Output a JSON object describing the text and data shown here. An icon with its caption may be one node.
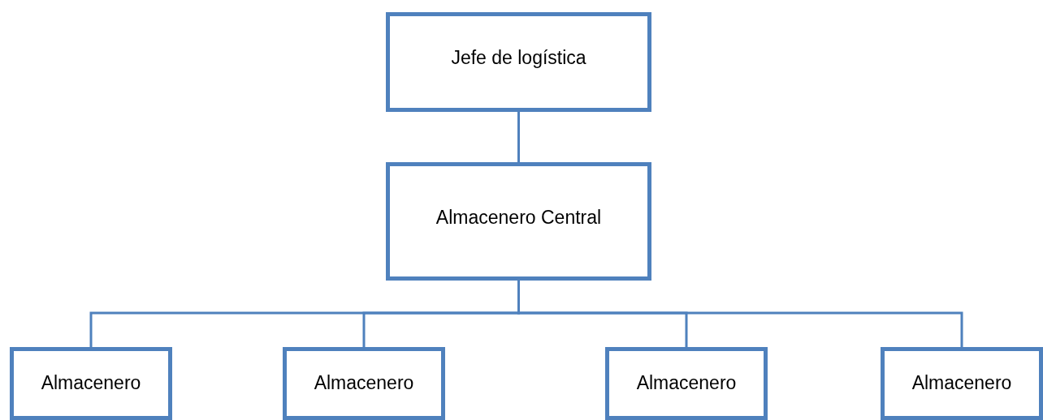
{
  "diagram": {
    "nodes": [
      {
        "text": [
          "Jefe de logística"
        ]
      },
      {
        "text": [
          "Almacenero Central"
        ]
      },
      {
        "text": [
          "Almacenero"
        ]
      },
      {
        "text": [
          "Almacenero"
        ]
      },
      {
        "text": [
          "Almacenero"
        ]
      },
      {
        "text": [
          "Almacenero"
        ]
      }
    ],
    "edges": [
      {
        "from": 0,
        "to": 1,
        "arrow": "none"
      },
      {
        "from": 1,
        "to": 2,
        "arrow": "none"
      },
      {
        "from": 1,
        "to": 3,
        "arrow": "none"
      },
      {
        "from": 1,
        "to": 4,
        "arrow": "none"
      },
      {
        "from": 1,
        "to": 5,
        "arrow": "none"
      }
    ]
  }
}
